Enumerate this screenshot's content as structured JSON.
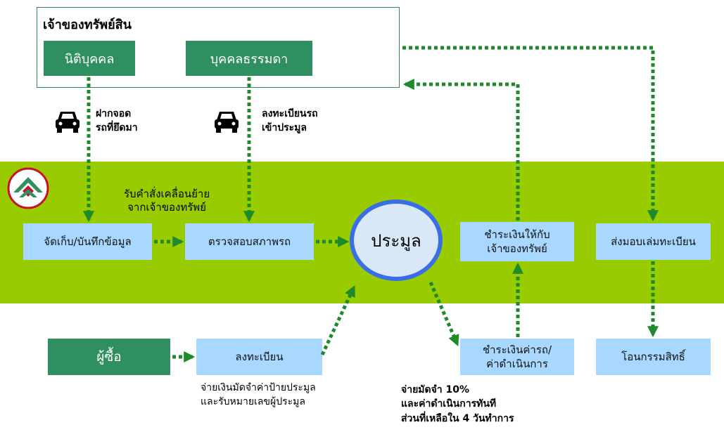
{
  "owner": {
    "title": "เจ้าของทรัพย์สิน",
    "juristic": "นิติบุคคล",
    "individual": "บุคคลธรรมดา"
  },
  "labels": {
    "deposit": [
      "ฝากจอด",
      "รถที่ยึดมา"
    ],
    "register_car": [
      "ลงทะเบียนรถ",
      "เข้าประมูล"
    ],
    "receive_order": [
      "รับคำสั่งเคลื่อนย้าย",
      "จากเจ้าของทรัพย์"
    ]
  },
  "process": {
    "store": "จัดเก็บ/บันทึกข้อมูล",
    "inspect": "ตรวจสอบสภาพรถ",
    "auction": "ประมูล",
    "pay_owner": [
      "ชำระเงินให้กับ",
      "เจ้าของทรัพย์"
    ],
    "deliver_book": "ส่งมอบเล่มทะเบียน",
    "buyer": "ผู้ซื้อ",
    "register": "ลงทะเบียน",
    "pay_fees": [
      "ชำระเงินค่ารถ/",
      "ค่าดำเนินการ"
    ],
    "transfer": "โอนกรรมสิทธิ์"
  },
  "notes": {
    "register_note": [
      "จ่ายเงินมัดจำค่าป้ายประมูล",
      "และรับหมายเลขผู้ประมูล"
    ],
    "payment_note": [
      "จ่ายมัดจำ 10%",
      "และค่าดำเนินการทันที",
      "ส่วนที่เหลือใน 4 วันทำการ"
    ]
  },
  "colors": {
    "band": "#99cc00",
    "dark_box": "#2f8f60",
    "light_box": "#a8d8ff",
    "arrow": "#1f8a2a",
    "circle_border": "#3a6ee8"
  },
  "icons": [
    "car-icon",
    "logo-icon"
  ]
}
